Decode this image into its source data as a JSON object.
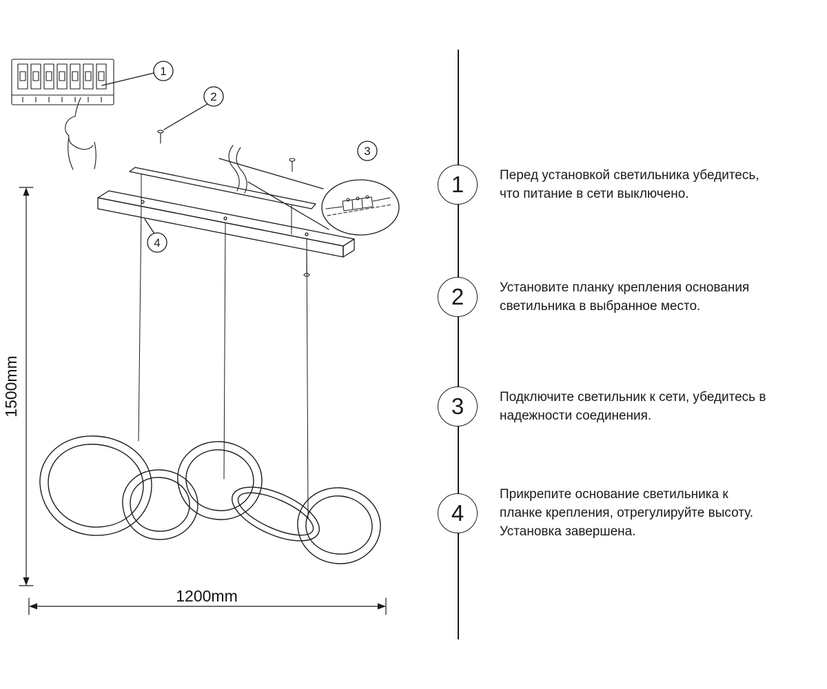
{
  "page": {
    "background_color": "#ffffff",
    "line_color": "#1a1a1a"
  },
  "diagram": {
    "height_dimension_label": "1500mm",
    "width_dimension_label": "1200mm",
    "callouts": [
      {
        "label": "1"
      },
      {
        "label": "2"
      },
      {
        "label": "3"
      },
      {
        "label": "4"
      }
    ]
  },
  "steps": [
    {
      "number": "1",
      "text": "Перед установкой светильника убедитесь,\nчто питание в сети выключено."
    },
    {
      "number": "2",
      "text": "Установите планку крепления основания\nсветильника в выбранное место."
    },
    {
      "number": "3",
      "text": "Подключите светильник к сети, убедитесь в\nнадежности соединения."
    },
    {
      "number": "4",
      "text": "Прикрепите основание светильника к\nпланке крепления, отрегулируйте высоту.\nУстановка завершена."
    }
  ]
}
